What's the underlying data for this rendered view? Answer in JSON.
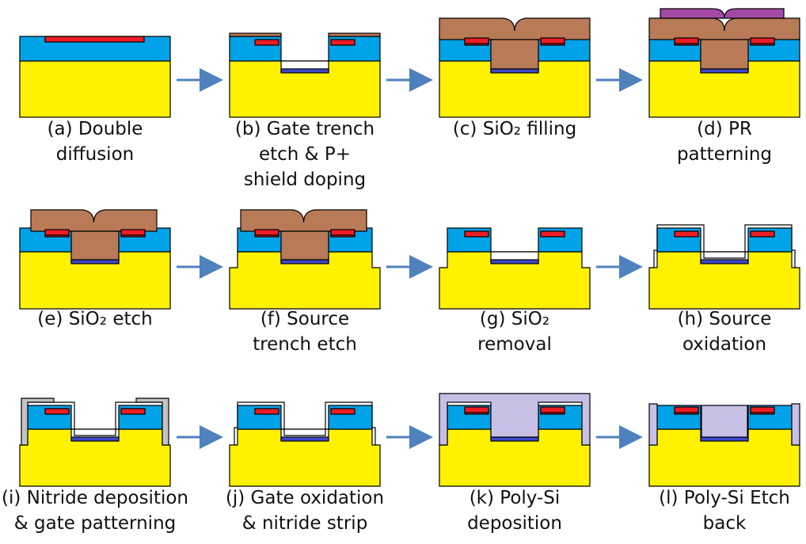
{
  "colors": {
    "silicon": "#FFF200",
    "pbody": "#00A2E8",
    "source_implant": "#ED1C24",
    "oxide": "#B97A57",
    "photoresist": "#A349A4",
    "shield_p_plus": "#3F48CC",
    "nitride": "#C3C3C3",
    "thin_oxide": "#A97A60",
    "polysilicon": "#C8BFE7",
    "arrow": "#4F81BD",
    "outline": "#000000"
  },
  "steps": [
    {
      "id": "a",
      "lines": [
        "(a) Double",
        "diffusion"
      ]
    },
    {
      "id": "b",
      "lines": [
        "(b) Gate trench",
        "etch & P+",
        "shield doping"
      ]
    },
    {
      "id": "c",
      "lines": [
        "(c) SiO₂ filling"
      ]
    },
    {
      "id": "d",
      "lines": [
        "(d) PR",
        "patterning"
      ]
    },
    {
      "id": "e",
      "lines": [
        "(e) SiO₂ etch"
      ]
    },
    {
      "id": "f",
      "lines": [
        "(f) Source",
        "trench etch"
      ]
    },
    {
      "id": "g",
      "lines": [
        "(g) SiO₂",
        "removal"
      ]
    },
    {
      "id": "h",
      "lines": [
        "(h) Source",
        "oxidation"
      ]
    },
    {
      "id": "i",
      "lines": [
        "(i) Nitride deposition",
        "& gate patterning"
      ]
    },
    {
      "id": "j",
      "lines": [
        "(j) Gate oxidation",
        "& nitride strip"
      ]
    },
    {
      "id": "k",
      "lines": [
        "(k) Poly-Si",
        "deposition"
      ]
    },
    {
      "id": "l",
      "lines": [
        "(l) Poly-Si Etch",
        "back"
      ]
    }
  ],
  "arrows": [
    {
      "from": "a",
      "to": "b"
    },
    {
      "from": "b",
      "to": "c"
    },
    {
      "from": "c",
      "to": "d"
    },
    {
      "from": "e",
      "to": "f"
    },
    {
      "from": "f",
      "to": "g"
    },
    {
      "from": "g",
      "to": "h"
    },
    {
      "from": "i",
      "to": "j"
    },
    {
      "from": "j",
      "to": "k"
    },
    {
      "from": "k",
      "to": "l"
    }
  ]
}
